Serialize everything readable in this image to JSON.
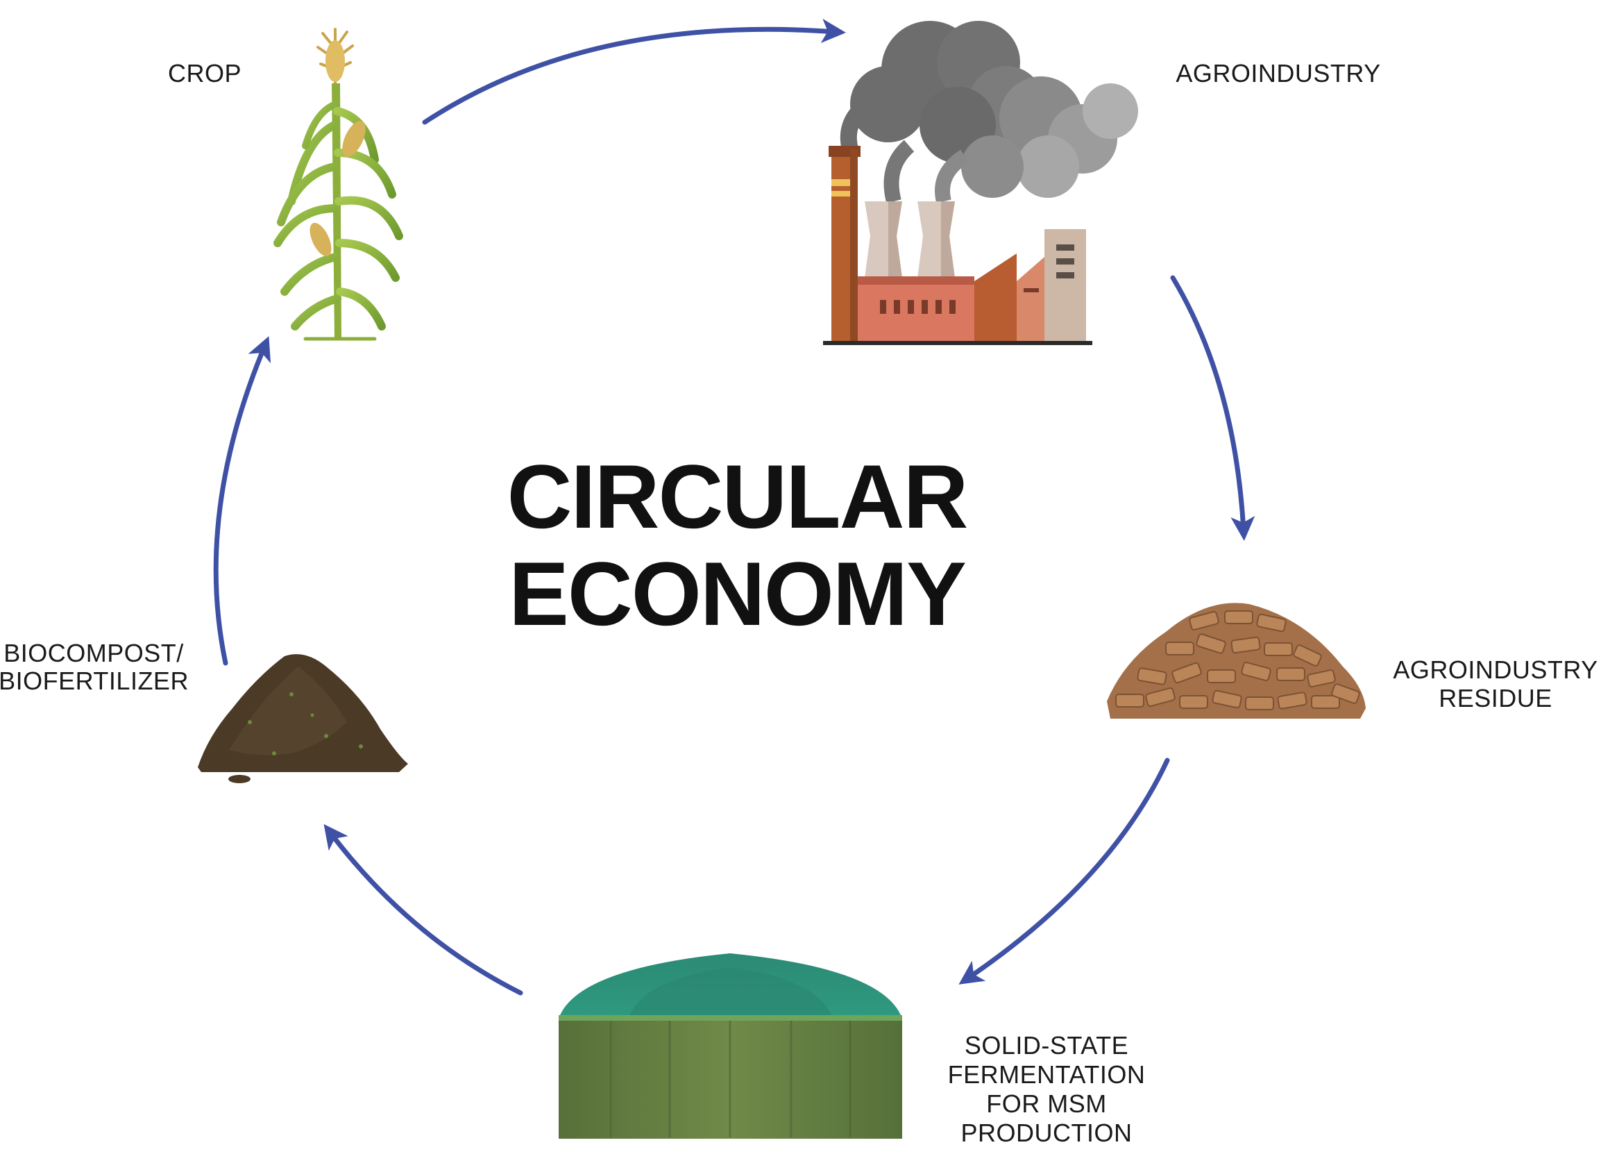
{
  "title": {
    "line1": "CIRCULAR",
    "line2": "ECONOMY"
  },
  "stages": {
    "crop": {
      "label": "CROP",
      "icon": "corn-plant-icon"
    },
    "agroindustry": {
      "label": "AGROINDUSTRY",
      "icon": "factory-icon"
    },
    "residue": {
      "line1": "AGROINDUSTRY",
      "line2": "RESIDUE",
      "icon": "residue-pile-icon"
    },
    "fermentation": {
      "line1": "SOLID-STATE",
      "line2": "FERMENTATION",
      "line3": "FOR MSM",
      "line4": "PRODUCTION",
      "icon": "fermentation-tank-icon"
    },
    "biocompost": {
      "line1": "BIOCOMPOST/",
      "line2": "BIOFERTILIZER",
      "icon": "compost-pile-icon"
    }
  },
  "colors": {
    "arrow": "#3f51a5",
    "text": "#1a1a1a"
  }
}
